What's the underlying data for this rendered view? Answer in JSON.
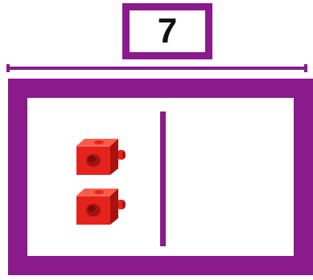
{
  "total": {
    "value": "7"
  },
  "parts": [
    {
      "side": "left",
      "cube_count": 2
    },
    {
      "side": "right",
      "cube_count": 0
    }
  ],
  "colors": {
    "frame": "#8B1A8C",
    "cube": "#E5231C",
    "cube_dark": "#A8130F",
    "cube_light": "#FF5A4A"
  },
  "icons": [
    "linking-cube-icon"
  ]
}
